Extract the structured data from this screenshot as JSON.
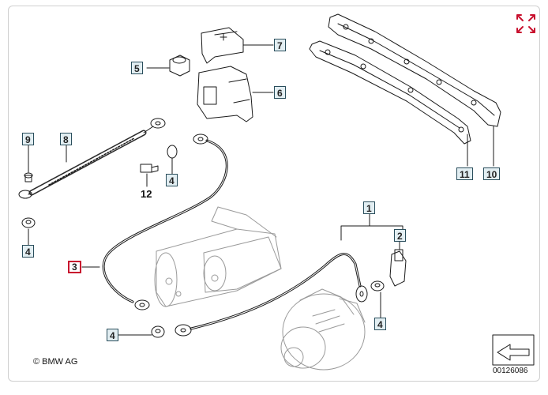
{
  "diagram": {
    "callouts": {
      "c1": "1",
      "c2": "2",
      "c3": "3",
      "c4a": "4",
      "c4b": "4",
      "c4c": "4",
      "c4d": "4",
      "c5": "5",
      "c6": "6",
      "c7": "7",
      "c8": "8",
      "c9": "9",
      "c10": "10",
      "c11": "11",
      "c12": "12"
    },
    "selected_callout": "3",
    "copyright": "© BMW AG",
    "diagram_number": "00126086",
    "accent_color": "#c8102e",
    "callout_fill": "#e2eef2",
    "callout_border": "#2a4e5c"
  },
  "icons": {
    "expand": "expand-arrows-icon"
  }
}
